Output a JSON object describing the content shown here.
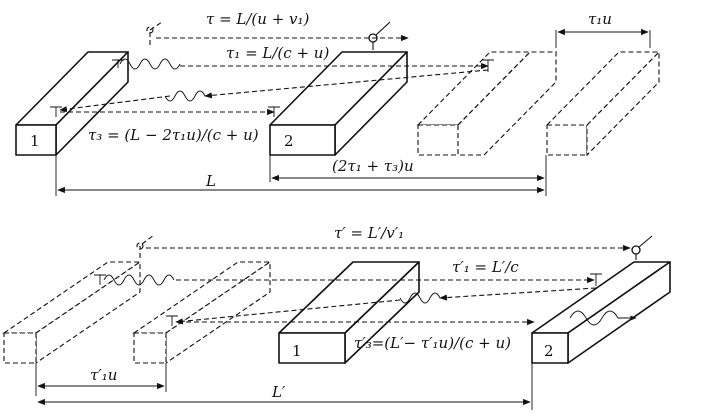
{
  "top": {
    "tau": "τ = L/(u + v₁)",
    "tau1": "τ₁ = L/(c + u)",
    "tau3": "τ₃ = (L − 2τ₁u)/(c + u)",
    "tau1u": "τ₁u",
    "shift": "(2τ₁ + τ₃)u",
    "L": "L",
    "box1": "1",
    "box2": "2"
  },
  "bottom": {
    "tau": "τ′ = L′/v′₁",
    "tau1": "τ′₁ = L′/c",
    "tau3": "τ′₃=(L′− τ′₁u)/(c + u)",
    "tau1u": "τ′₁u",
    "L": "L′",
    "box1": "1",
    "box2": "2"
  }
}
